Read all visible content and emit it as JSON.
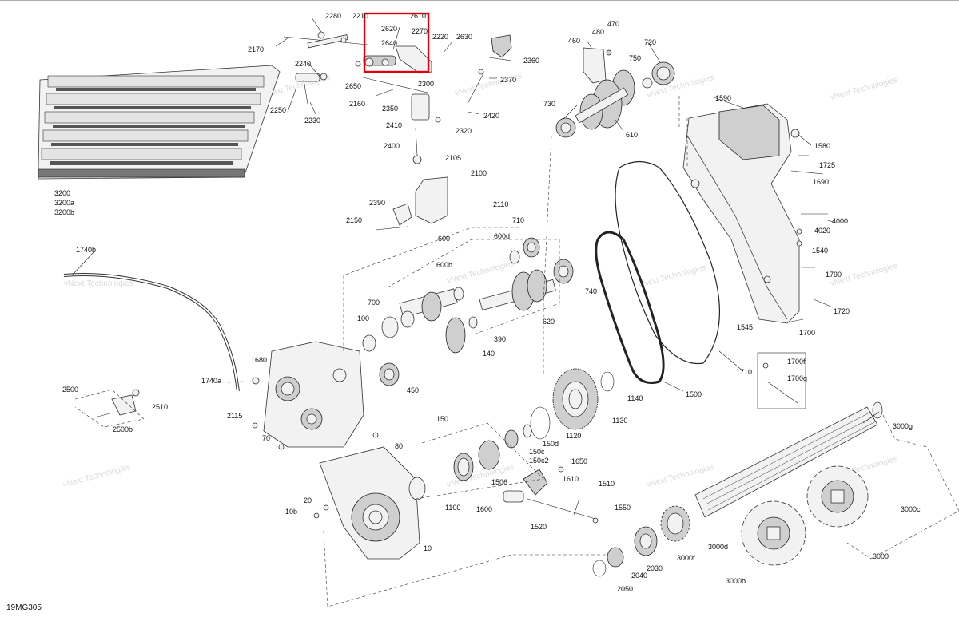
{
  "diagram_code": "19MG305",
  "watermark": [
    "vNext Technologies",
    "vNext",
    "Technologies"
  ],
  "highlight": {
    "color": "#e0000a"
  },
  "parts": [
    "2280",
    "2210",
    "2620",
    "2610",
    "2270",
    "2640",
    "2220",
    "2630",
    "2170",
    "2240",
    "2650",
    "2300",
    "2160",
    "2250",
    "2230",
    "2350",
    "2320",
    "2410",
    "2400",
    "2105",
    "2100",
    "2110",
    "2390",
    "2150",
    "3200",
    "3200a",
    "3200b",
    "2360",
    "2370",
    "2420",
    "460",
    "480",
    "470",
    "720",
    "750",
    "730",
    "610",
    "1590",
    "1580",
    "1725",
    "1690",
    "4000",
    "4020",
    "1540",
    "1790",
    "1720",
    "1545",
    "1700",
    "1700f",
    "1700g",
    "600",
    "600d",
    "710",
    "600b",
    "740",
    "700",
    "100",
    "620",
    "390",
    "140",
    "450",
    "1740b",
    "1680",
    "1740a",
    "2500",
    "2510",
    "2500b",
    "2115",
    "70",
    "80",
    "150",
    "150d",
    "150c",
    "150c2",
    "1650",
    "1610",
    "1120",
    "1130",
    "1140",
    "1500",
    "1710",
    "3000",
    "3000g",
    "3000c",
    "3000d",
    "3000f",
    "3000b",
    "20",
    "10b",
    "10",
    "1100",
    "1506",
    "1600",
    "1510",
    "1550",
    "1520",
    "2040",
    "2030",
    "2050"
  ]
}
